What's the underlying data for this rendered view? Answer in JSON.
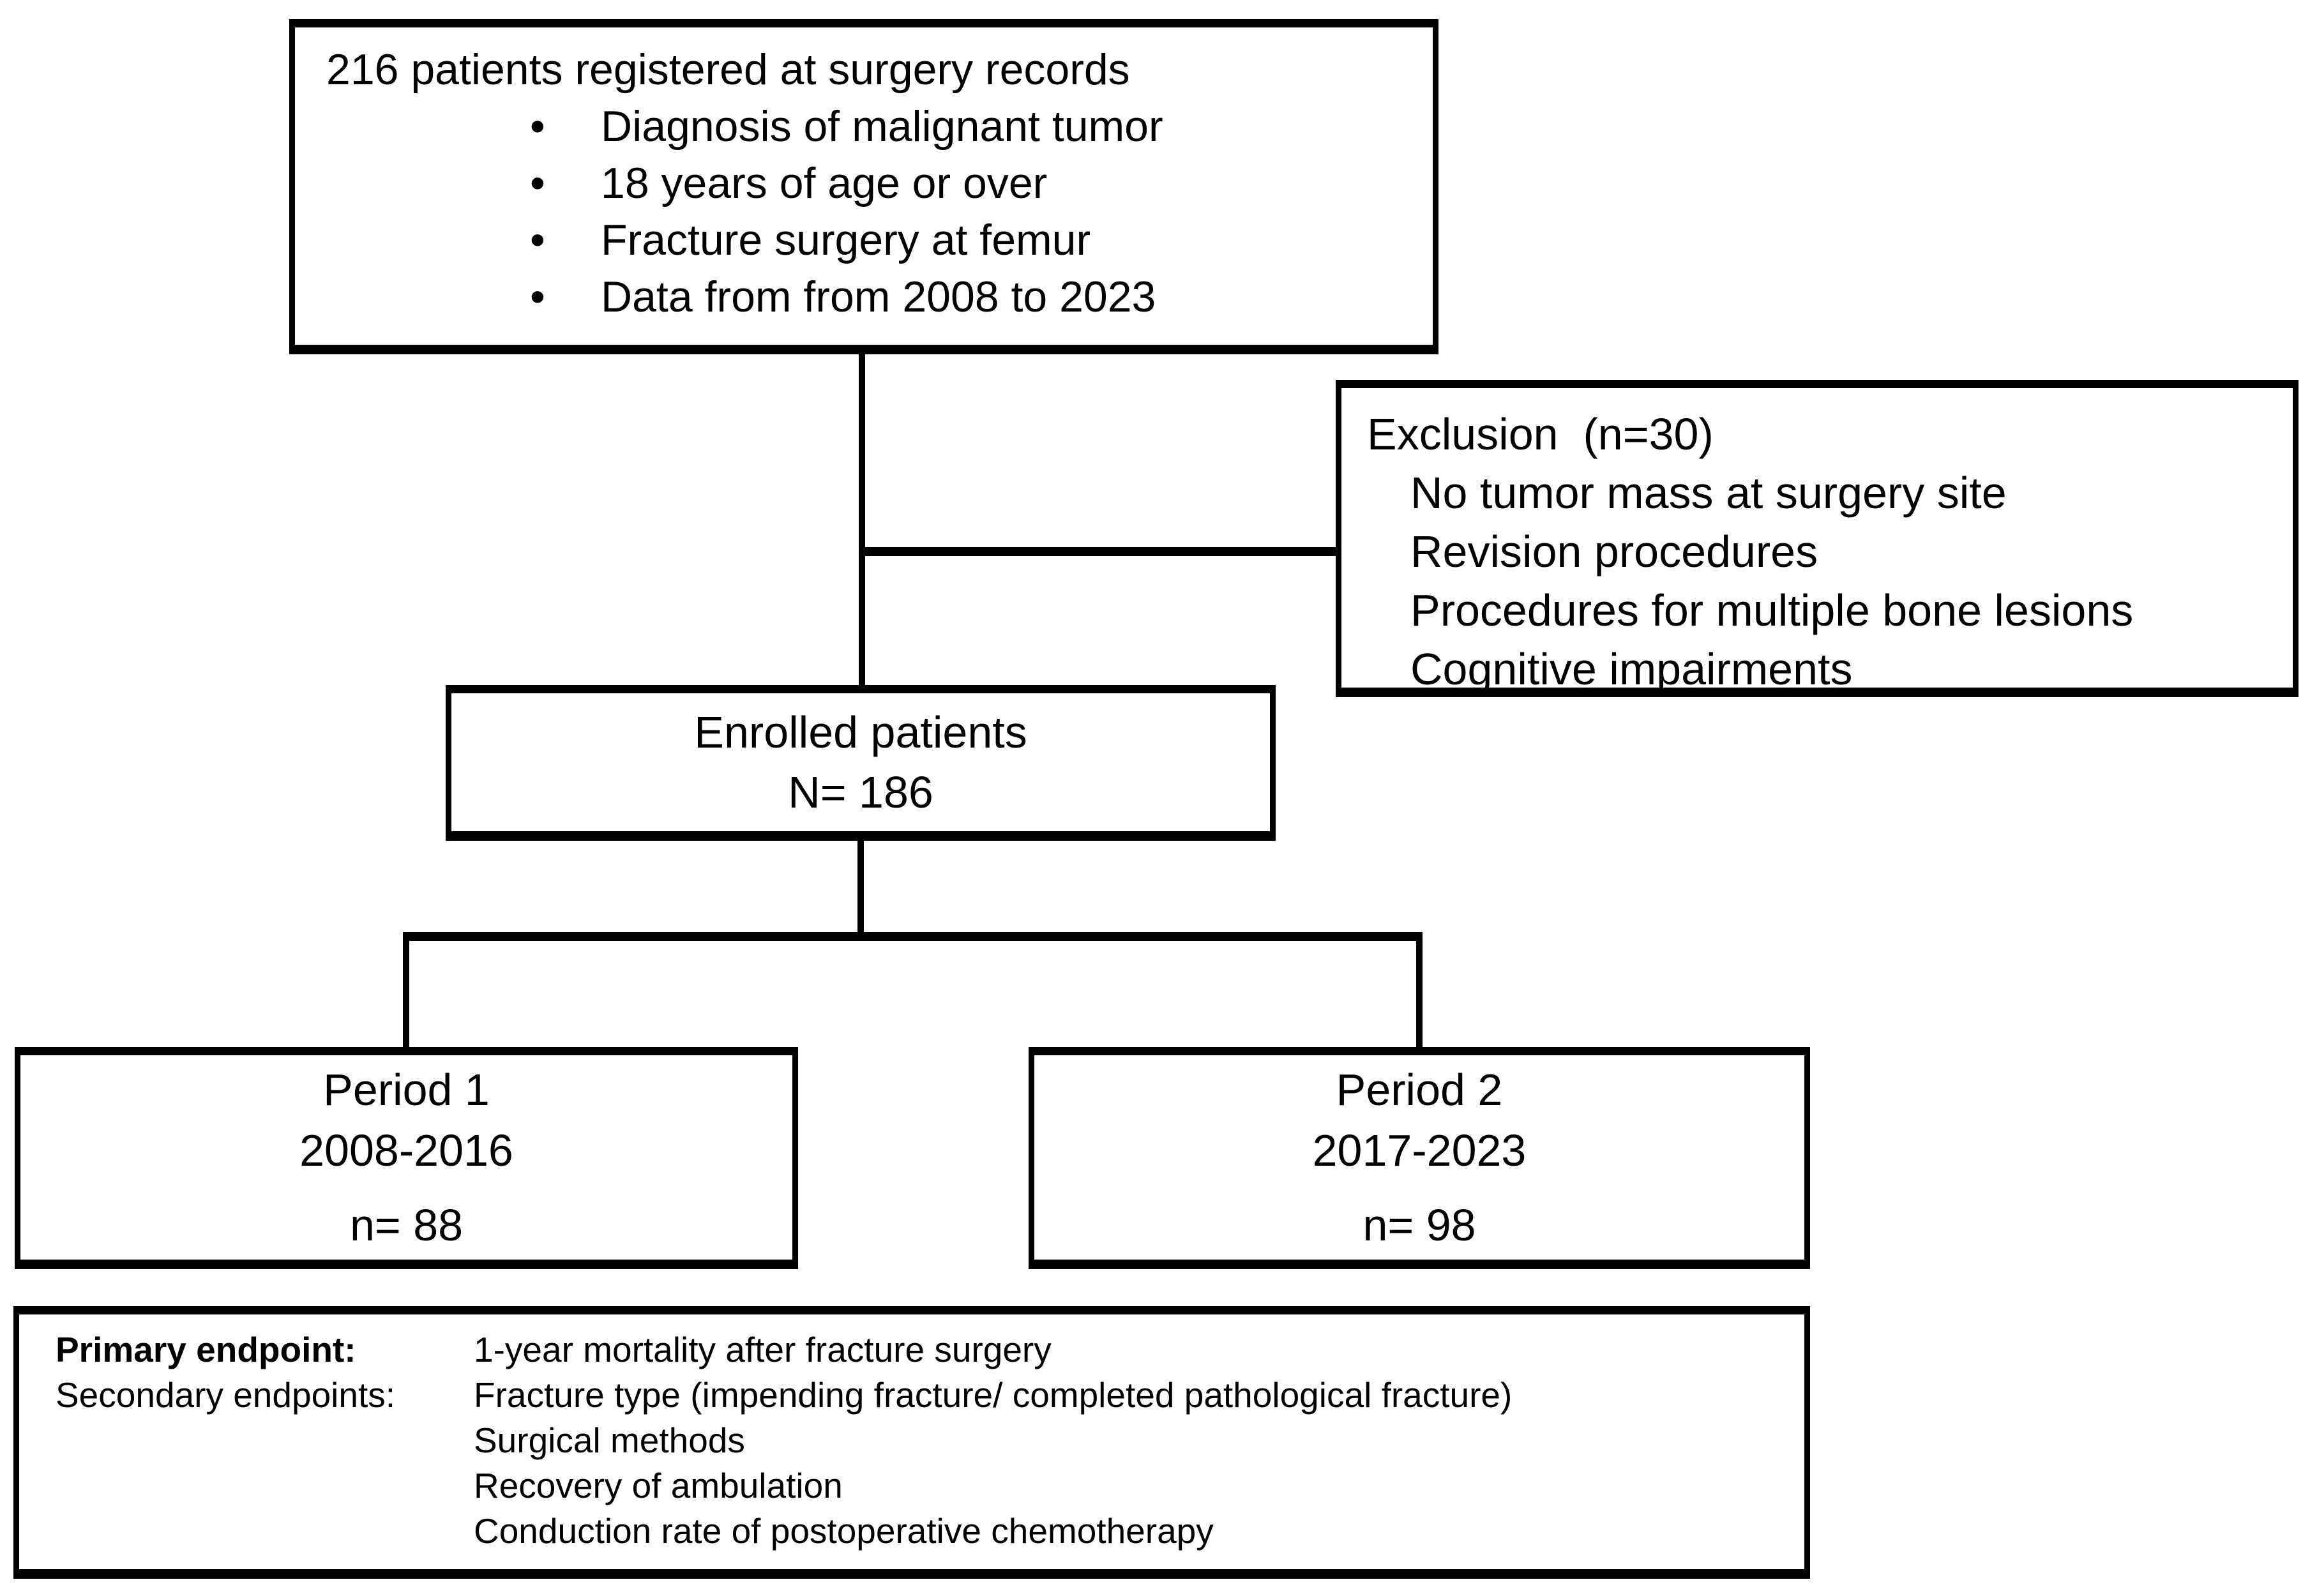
{
  "figure": {
    "background": "#ffffff",
    "line_color": "#000000",
    "text_color": "#000000"
  },
  "top_box": {
    "title": "216 patients registered at surgery records",
    "bullet_glyph": "•",
    "bullets": [
      "Diagnosis of malignant tumor",
      "18 years of age or over",
      "Fracture surgery at femur",
      "Data from from 2008 to 2023"
    ]
  },
  "exclusion_box": {
    "title": "Exclusion  (n=30)",
    "items": [
      "No tumor mass at surgery site",
      "Revision procedures",
      "Procedures for multiple bone lesions",
      "Cognitive impairments"
    ]
  },
  "enrolled_box": {
    "title": "Enrolled patients",
    "count": "N= 186"
  },
  "period1_box": {
    "title": "Period 1",
    "range": "2008-2016",
    "count": "n= 88"
  },
  "period2_box": {
    "title": "Period 2",
    "range": "2017-2023",
    "count": "n= 98"
  },
  "endpoint_box": {
    "rows": [
      {
        "label": "Primary endpoint:",
        "value": "1-year mortality after fracture surgery"
      },
      {
        "label": "Secondary endpoints:",
        "value": "Fracture type (impending fracture/ completed pathological fracture)"
      },
      {
        "label": "",
        "value": "Surgical methods"
      },
      {
        "label": "",
        "value": "Recovery of ambulation"
      },
      {
        "label": "",
        "value": "Conduction rate of postoperative chemotherapy"
      }
    ]
  }
}
